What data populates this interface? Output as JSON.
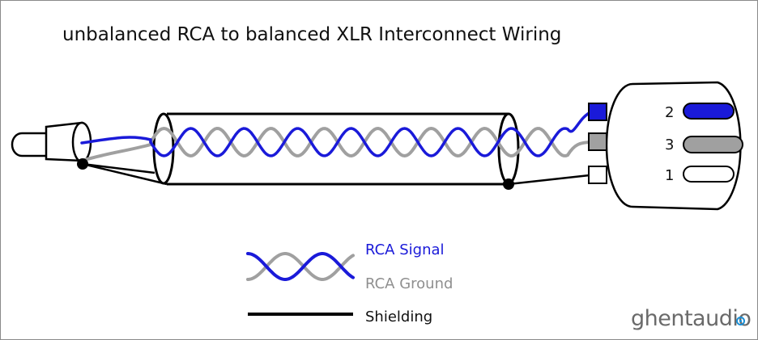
{
  "title": "unbalanced RCA to balanced XLR Interconnect Wiring",
  "xlr_pins": [
    "2",
    "3",
    "1"
  ],
  "legend": {
    "signal": "RCA Signal",
    "ground": "RCA Ground",
    "shielding": "Shielding"
  },
  "logo": "ghentaudio",
  "colors": {
    "signal": "#1a1ad9",
    "ground": "#a0a0a0",
    "shielding": "#000000",
    "logo_accent": "#1a8fd6"
  }
}
